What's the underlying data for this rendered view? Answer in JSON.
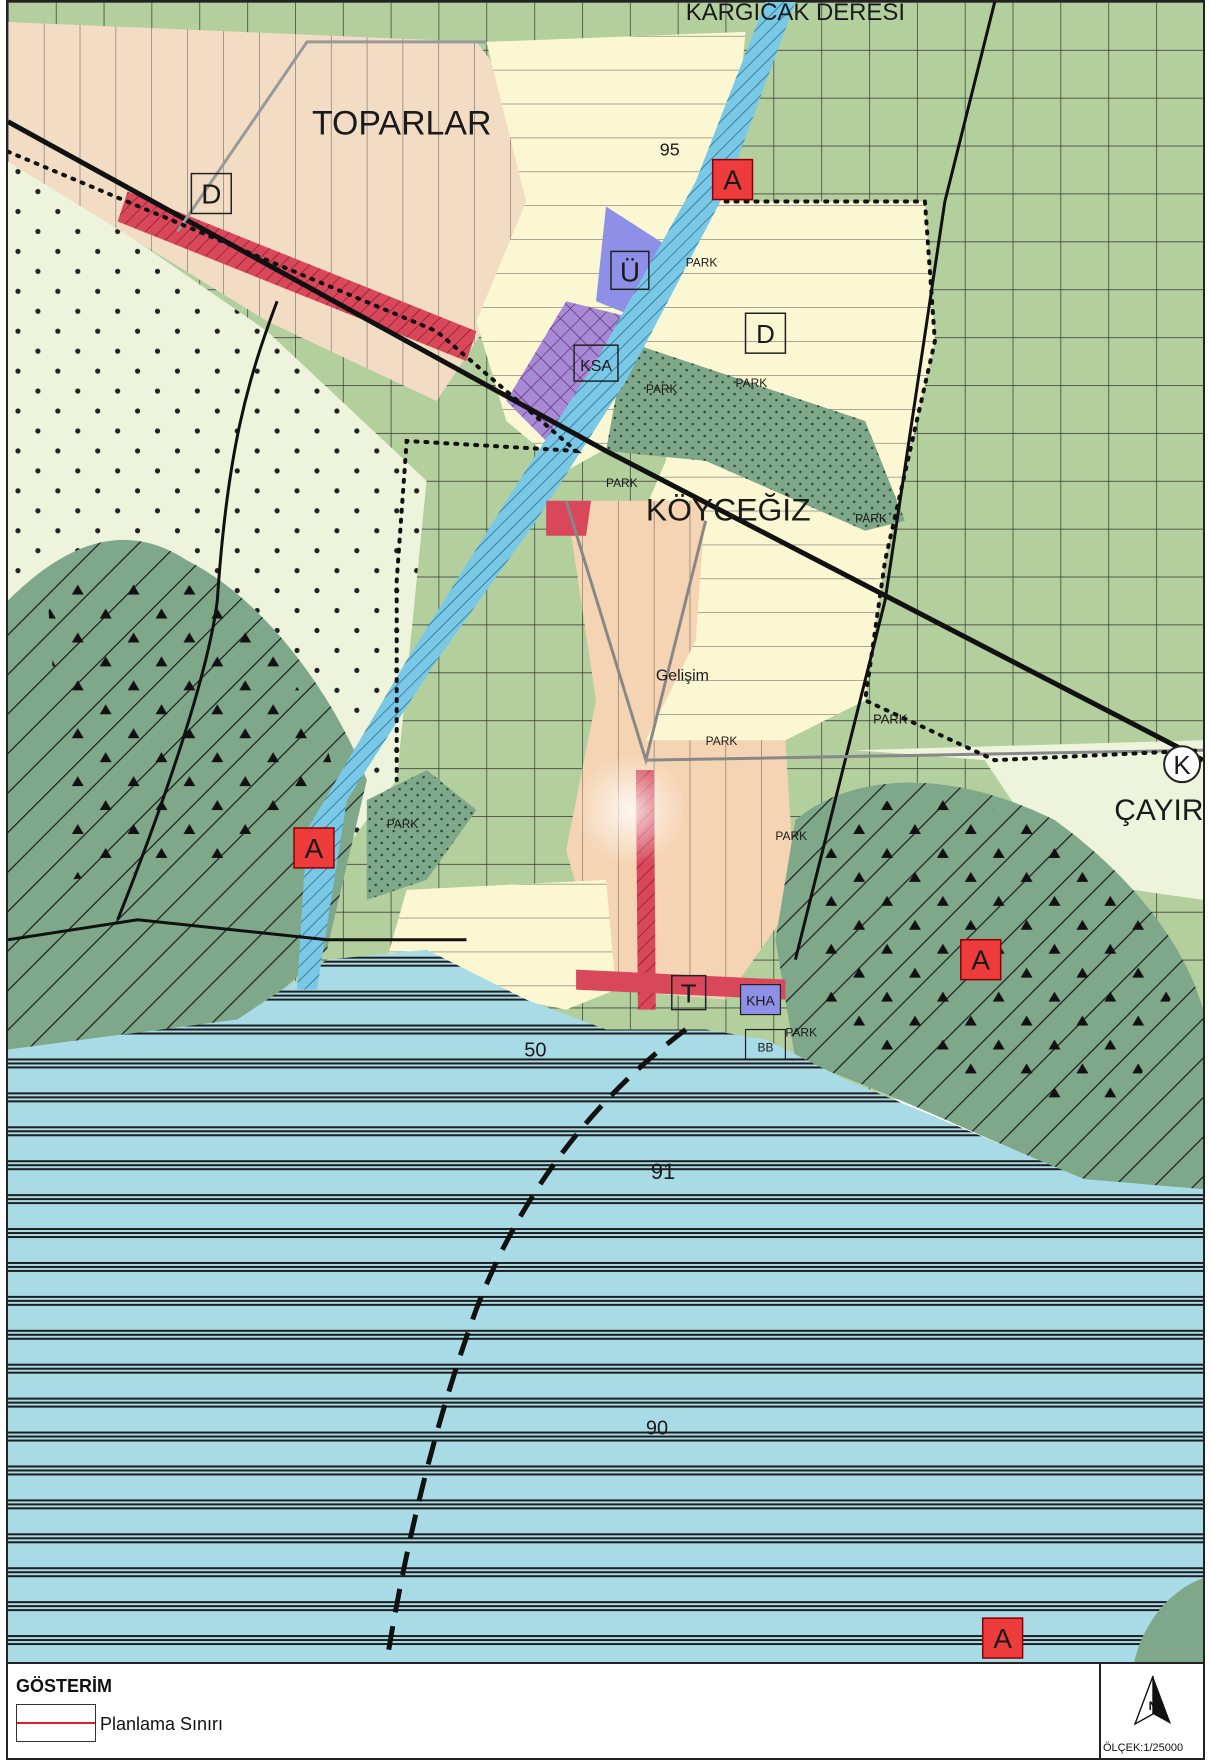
{
  "map": {
    "place_labels": {
      "toparlar": "TOPARLAR",
      "koycegiz": "KÖYCEĞİZ",
      "cayiri": "ÇAYIRI",
      "kargicak_deresi": "KARGICAK DERESİ",
      "gelisim": "Gelişim"
    },
    "zone_symbols": {
      "a": "A",
      "d": "D",
      "u": "Ü",
      "ksa": "KSA",
      "kha": "KHA",
      "park": "PARK",
      "k": "K",
      "t": "T",
      "bb": "BB"
    },
    "contour_labels": [
      "95",
      "50",
      "91",
      "90"
    ],
    "colors": {
      "lake": "#a9dbe6",
      "agriculture": "#b3cf9d",
      "forest": "#7fa88a",
      "residential": "#f3dcc4",
      "development": "#fbf7d2",
      "commerce": "#d9475b",
      "school": "#8e8fe6",
      "stream": "#78c8e6",
      "annex": "#eef3dc",
      "marker_red": "#ee3b3b"
    }
  },
  "legend": {
    "title": "GÖSTERİM",
    "items": [
      {
        "label": "Planlama Sınırı",
        "color": "#e02020"
      }
    ]
  },
  "scale": {
    "text": "ÖLÇEK:1/25000"
  },
  "compass": {
    "label": "N"
  }
}
